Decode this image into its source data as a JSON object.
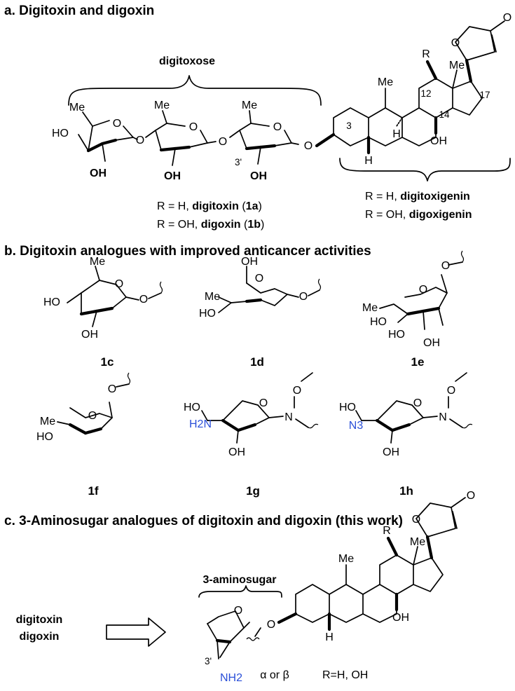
{
  "section_a": {
    "title": "a. Digitoxin and digoxin",
    "bracket_label": "digitoxose",
    "glycoside_lines": [
      {
        "prefix": "R = H, ",
        "name": "digitoxin",
        "open": " (",
        "id": "1a",
        "close": ")"
      },
      {
        "prefix": "R = OH, ",
        "name": "digoxin",
        "open": " (",
        "id": "1b",
        "close": ")"
      }
    ],
    "aglycone_lines": [
      {
        "prefix": "R = H, ",
        "name": "digitoxigenin"
      },
      {
        "prefix": "R = OH, ",
        "name": "digoxigenin"
      }
    ]
  },
  "section_b": {
    "title": "b. Digitoxin analogues with improved anticancer activities",
    "compounds": [
      "1c",
      "1d",
      "1e",
      "1f",
      "1g",
      "1h"
    ]
  },
  "section_c": {
    "title": "c. 3-Aminosugar analogues of digitoxin and digoxin (this work)",
    "bracket_label": "3-aminosugar",
    "start_material_lines": [
      "digitoxin",
      "digoxin"
    ],
    "anomer_label": "α or β",
    "r_label": "R=H,  OH"
  },
  "atoms": {
    "O": "O",
    "HO": "HO",
    "OH": "OH",
    "Me": "Me",
    "R": "R",
    "H": "H",
    "N": "N",
    "H2N": "H2N",
    "N3": "N3",
    "NH2": "NH2"
  },
  "locants": {
    "c3": "3",
    "c3p": "3'",
    "c12": "12",
    "c14": "14",
    "c17": "17"
  },
  "colors": {
    "amine": "#2a4fd8",
    "ink": "#000000"
  }
}
